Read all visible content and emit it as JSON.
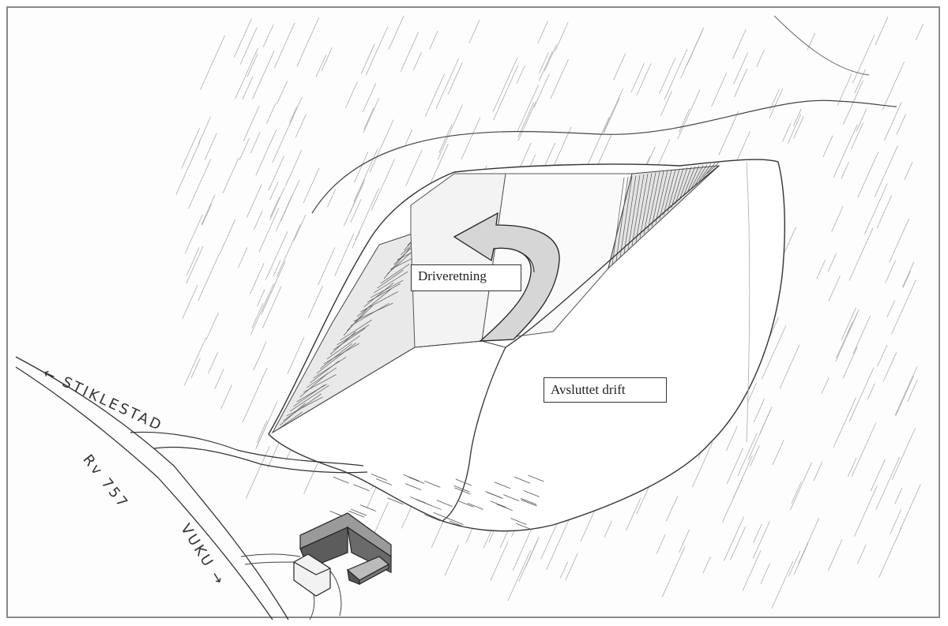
{
  "labels": {
    "drive_direction": "Driveretning",
    "finished_operation": "Avsluttet drift"
  },
  "road": {
    "west_text": "← STIKLESTAD",
    "number": "Rv 757",
    "east_text": "VUKU →"
  },
  "colors": {
    "pencil": "#555555",
    "arrow_fill": "#d6d6d6",
    "frame": "#8a8a8a"
  }
}
